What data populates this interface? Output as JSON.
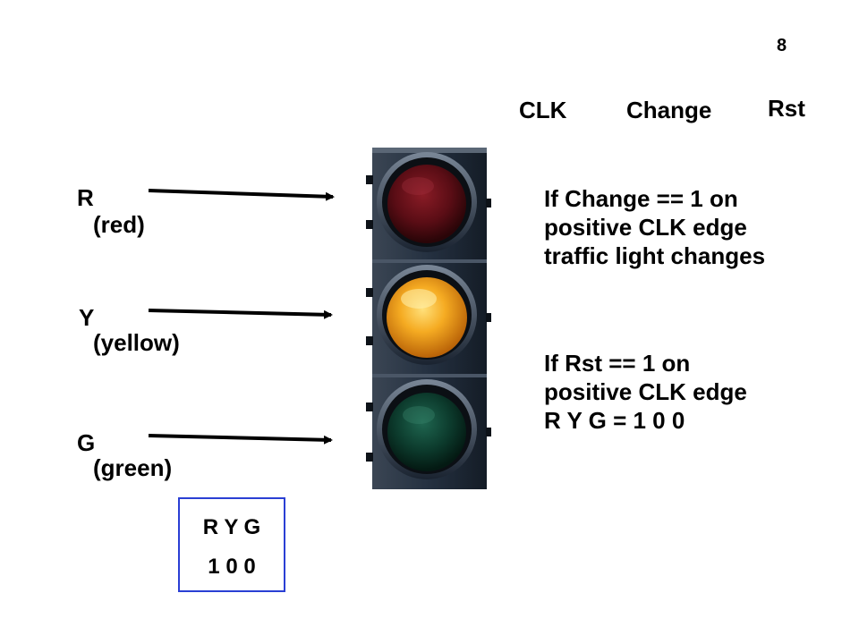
{
  "page_number": "8",
  "signals": {
    "clk": "CLK",
    "change": "Change",
    "rst": "Rst"
  },
  "outputs": [
    {
      "letter": "R",
      "name": "(red)"
    },
    {
      "letter": "Y",
      "name": "(yellow)"
    },
    {
      "letter": "G",
      "name": "(green)"
    }
  ],
  "notes": {
    "change_rule": "If Change == 1 on\npositive CLK edge\ntraffic light changes",
    "reset_rule": "If Rst == 1 on\npositive CLK edge\nR Y G = 1 0 0"
  },
  "state_box": {
    "header": "R Y G",
    "value": "1 0 0"
  },
  "lamps": {
    "red": "off",
    "yellow": "on",
    "green": "off"
  },
  "colors": {
    "box_border": "#2a3fd4",
    "housing": "#1d2733",
    "red_lens": "#6e1018",
    "yellow_lens": "#f2a21a",
    "green_lens": "#0d3a2d"
  }
}
